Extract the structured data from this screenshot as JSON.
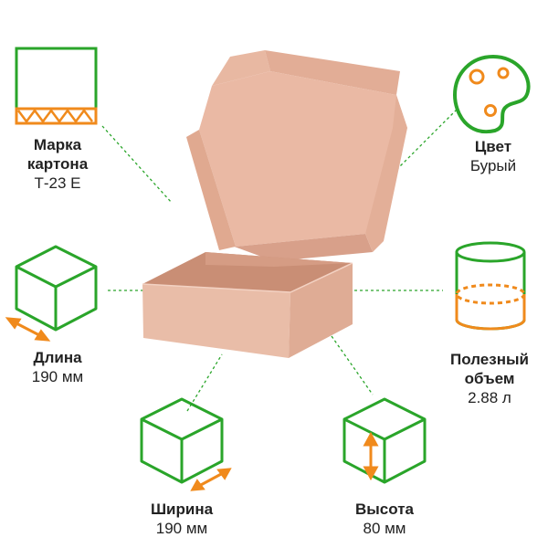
{
  "colors": {
    "green": "#2aa52a",
    "orange": "#f08a1c",
    "box": "#e8b8a2",
    "boxDark": "#d9a28c",
    "text": "#222222"
  },
  "features": {
    "grade": {
      "title_lines": [
        "Марка",
        "картона"
      ],
      "value": "Т-23 Е",
      "icon": "corrugated-cardboard-icon"
    },
    "color": {
      "title": "Цвет",
      "value": "Бурый",
      "icon": "palette-icon"
    },
    "length": {
      "title": "Длина",
      "value": "190 мм",
      "icon": "cube-length-icon"
    },
    "volume": {
      "title_lines": [
        "Полезный",
        "объем"
      ],
      "value": "2.88 л",
      "icon": "cylinder-volume-icon"
    },
    "width": {
      "title": "Ширина",
      "value": "190 мм",
      "icon": "cube-width-icon"
    },
    "height": {
      "title": "Высота",
      "value": "80 мм",
      "icon": "cube-height-icon"
    }
  },
  "product": {
    "icon": "open-box-image"
  }
}
